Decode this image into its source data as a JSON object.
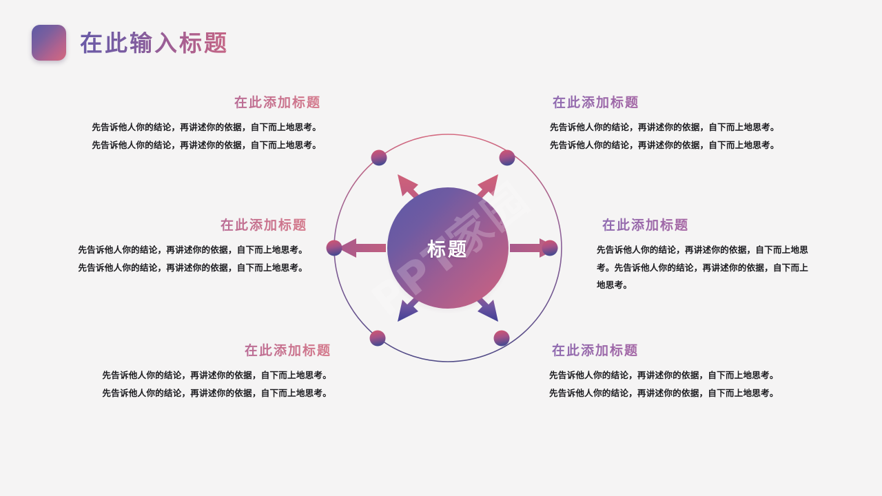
{
  "page": {
    "background_color": "#f5f4f4"
  },
  "header": {
    "mark_icon": "gradient-rounded-square-icon",
    "title": "在此输入标题",
    "gradient_from": "#6a5aa6",
    "gradient_to": "#c56584"
  },
  "diagram": {
    "type": "radial-hub-and-spoke",
    "center": {
      "label": "标题",
      "gradient_from": "#5b58a6",
      "gradient_to": "#d0637f",
      "radius": 88
    },
    "orbit": {
      "radius": 165,
      "stroke_top_color": "#cf6a84",
      "stroke_bottom_color": "#4f4a86"
    },
    "node_count": 6,
    "nodes": [
      {
        "position": "top-left",
        "angle_deg": 210
      },
      {
        "position": "top-right",
        "angle_deg": 330
      },
      {
        "position": "middle-left",
        "angle_deg": 180
      },
      {
        "position": "middle-right",
        "angle_deg": 0
      },
      {
        "position": "bottom-left",
        "angle_deg": 150
      },
      {
        "position": "bottom-right",
        "angle_deg": 30
      }
    ],
    "node_gradient_from": "#d4566f",
    "node_gradient_to": "#4a4a90",
    "arrow_top_color": "#c2587d",
    "arrow_bottom_color": "#454191",
    "watermark": "PPT家园"
  },
  "blocks": [
    {
      "id": "top-left",
      "align": "right",
      "title": "在此添加标题",
      "body": "先告诉他人你的结论，再讲述你的依据，自下而上地思考。先告诉他人你的结论，再讲述你的依据，自下而上地思考。"
    },
    {
      "id": "middle-left",
      "align": "right",
      "title": "在此添加标题",
      "body": "先告诉他人你的结论，再讲述你的依据，自下而上地思考。先告诉他人你的结论，再讲述你的依据，自下而上地思考。"
    },
    {
      "id": "bottom-left",
      "align": "right",
      "title": "在此添加标题",
      "body": "先告诉他人你的结论，再讲述你的依据，自下而上地思考。先告诉他人你的结论，再讲述你的依据，自下而上地思考。"
    },
    {
      "id": "top-right",
      "align": "left",
      "title": "在此添加标题",
      "body": "先告诉他人你的结论，再讲述你的依据，自下而上地思考。先告诉他人你的结论，再讲述你的依据，自下而上地思考。"
    },
    {
      "id": "middle-right",
      "align": "left",
      "title": "在此添加标题",
      "body": "先告诉他人你的结论，再讲述你的依据，自下而上地思考。先告诉他人你的结论，再讲述你的依据，自下而上地思考。"
    },
    {
      "id": "bottom-right",
      "align": "left",
      "title": "在此添加标题",
      "body": "先告诉他人你的结论，再讲述你的依据，自下而上地思考。先告诉他人你的结论，再讲述你的依据，自下而上地思考。"
    }
  ]
}
